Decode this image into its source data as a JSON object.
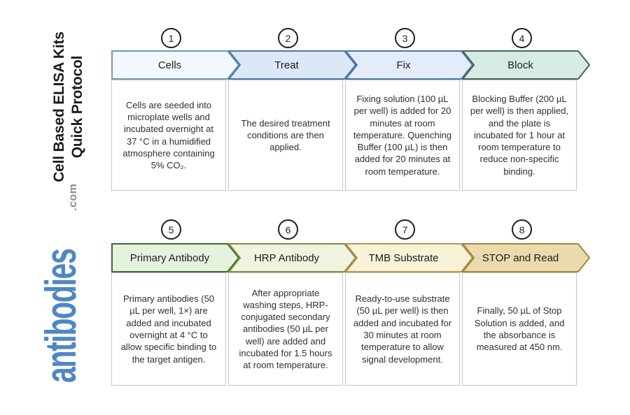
{
  "sidebar": {
    "title_line1": "Cell Based ELISA Kits",
    "title_line2": "Quick Protocol",
    "logo_text": "antibodies",
    "logo_suffix": ".com",
    "logo_color": "#4e87c4",
    "logo_suffix_color": "#8d8d8d"
  },
  "rows": [
    {
      "steps": [
        {
          "number": "1",
          "label": "Cells",
          "fill": "#f3f8fc",
          "stroke": "#7397b7",
          "description": "Cells are seeded into microplate wells and incubated overnight at 37 °C in a humidified atmosphere containing 5% CO₂."
        },
        {
          "number": "2",
          "label": "Treat",
          "fill": "#dce8f8",
          "stroke": "#4b76a8",
          "description": "The desired treatment conditions are then applied."
        },
        {
          "number": "3",
          "label": "Fix",
          "fill": "#e4ecf9",
          "stroke": "#4b76a8",
          "description": "Fixing solution (100 µL per well) is added for 20 minutes at room temperature. Quenching Buffer (100 µL) is then added for 20 minutes at room temperature."
        },
        {
          "number": "4",
          "label": "Block",
          "fill": "#d6ece3",
          "stroke": "#47645a",
          "description": "Blocking Buffer (200 µL per well) is then applied, and the plate is incubated for 1 hour at room temperature to reduce non-specific binding."
        }
      ]
    },
    {
      "steps": [
        {
          "number": "5",
          "label": "Primary Antibody",
          "fill": "#e5f2dd",
          "stroke": "#366d33",
          "description": "Primary antibodies (50 µL per well, 1×) are added and incubated overnight at 4 °C to allow specific binding to the target antigen."
        },
        {
          "number": "6",
          "label": "HRP Antibody",
          "fill": "#eff4e0",
          "stroke": "#7f8c41",
          "description": "After appropriate washing steps, HRP-conjugated secondary antibodies (50 µL per well) are added and incubated for 1.5 hours at room temperature."
        },
        {
          "number": "7",
          "label": "TMB Substrate",
          "fill": "#f8f3d7",
          "stroke": "#b59550",
          "description": "Ready-to-use substrate (50 µL per well) is then added and incubated for 30 minutes at room temperature to allow signal development."
        },
        {
          "number": "8",
          "label": "STOP and Read",
          "fill": "#ebdaad",
          "stroke": "#a6833f",
          "description": "Finally, 50 µL of Stop Solution is added, and the absorbance is measured at 450 nm."
        }
      ]
    }
  ]
}
